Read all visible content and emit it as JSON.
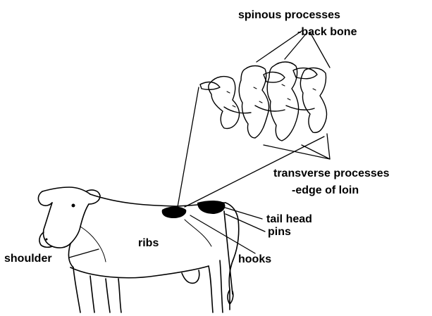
{
  "labels": {
    "spinous_line1": "spinous processes",
    "spinous_line2": "-back bone",
    "transverse_line1": "transverse processes",
    "transverse_line2": "-edge of loin",
    "tail_head": "tail head",
    "pins": "pins",
    "hooks": "hooks",
    "ribs": "ribs",
    "shoulder": "shoulder"
  },
  "colors": {
    "ink": "#000000",
    "background": "#ffffff"
  }
}
